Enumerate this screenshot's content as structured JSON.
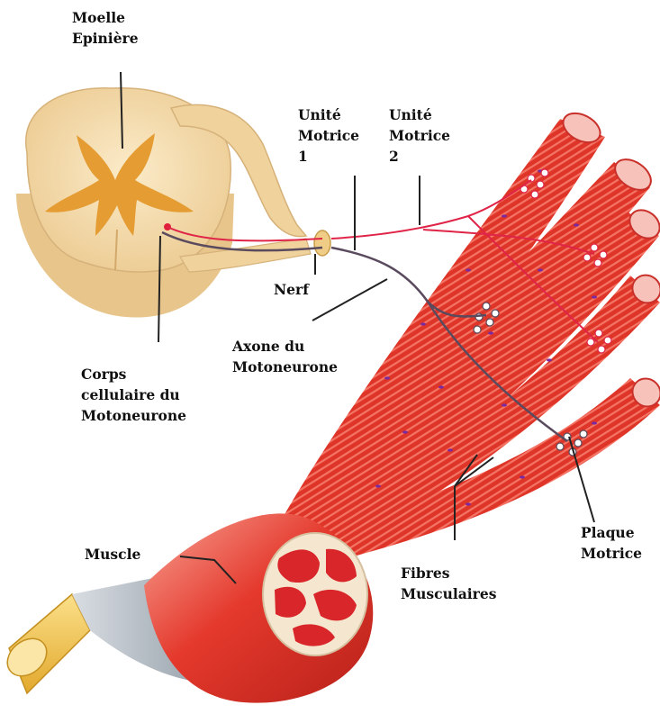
{
  "labels": {
    "spinal_cord": "Moelle\nEpinière",
    "motor_unit_1": "Unité\nMotrice\n1",
    "motor_unit_2": "Unité\nMotrice\n2",
    "nerve": "Nerf",
    "axon": "Axone du\nMotoneurone",
    "cell_body": "Corps\ncellulaire du\nMotoneurone",
    "motor_plate": "Plaque\nMotrice",
    "muscle": "Muscle",
    "muscle_fibers": "Fibres\nMusculaires"
  },
  "colors": {
    "background": "#ffffff",
    "spinal_white_matter": "#f3d9a9",
    "spinal_grey_matter": "#e4a23a",
    "muscle_red": "#e0362a",
    "muscle_light": "#f6988c",
    "tendon_yellow": "#f0c550",
    "motor_unit_1_axon": "#e02448",
    "motor_unit_2_axon": "#5a4a5e",
    "nuclei": "#7a2aa0"
  }
}
